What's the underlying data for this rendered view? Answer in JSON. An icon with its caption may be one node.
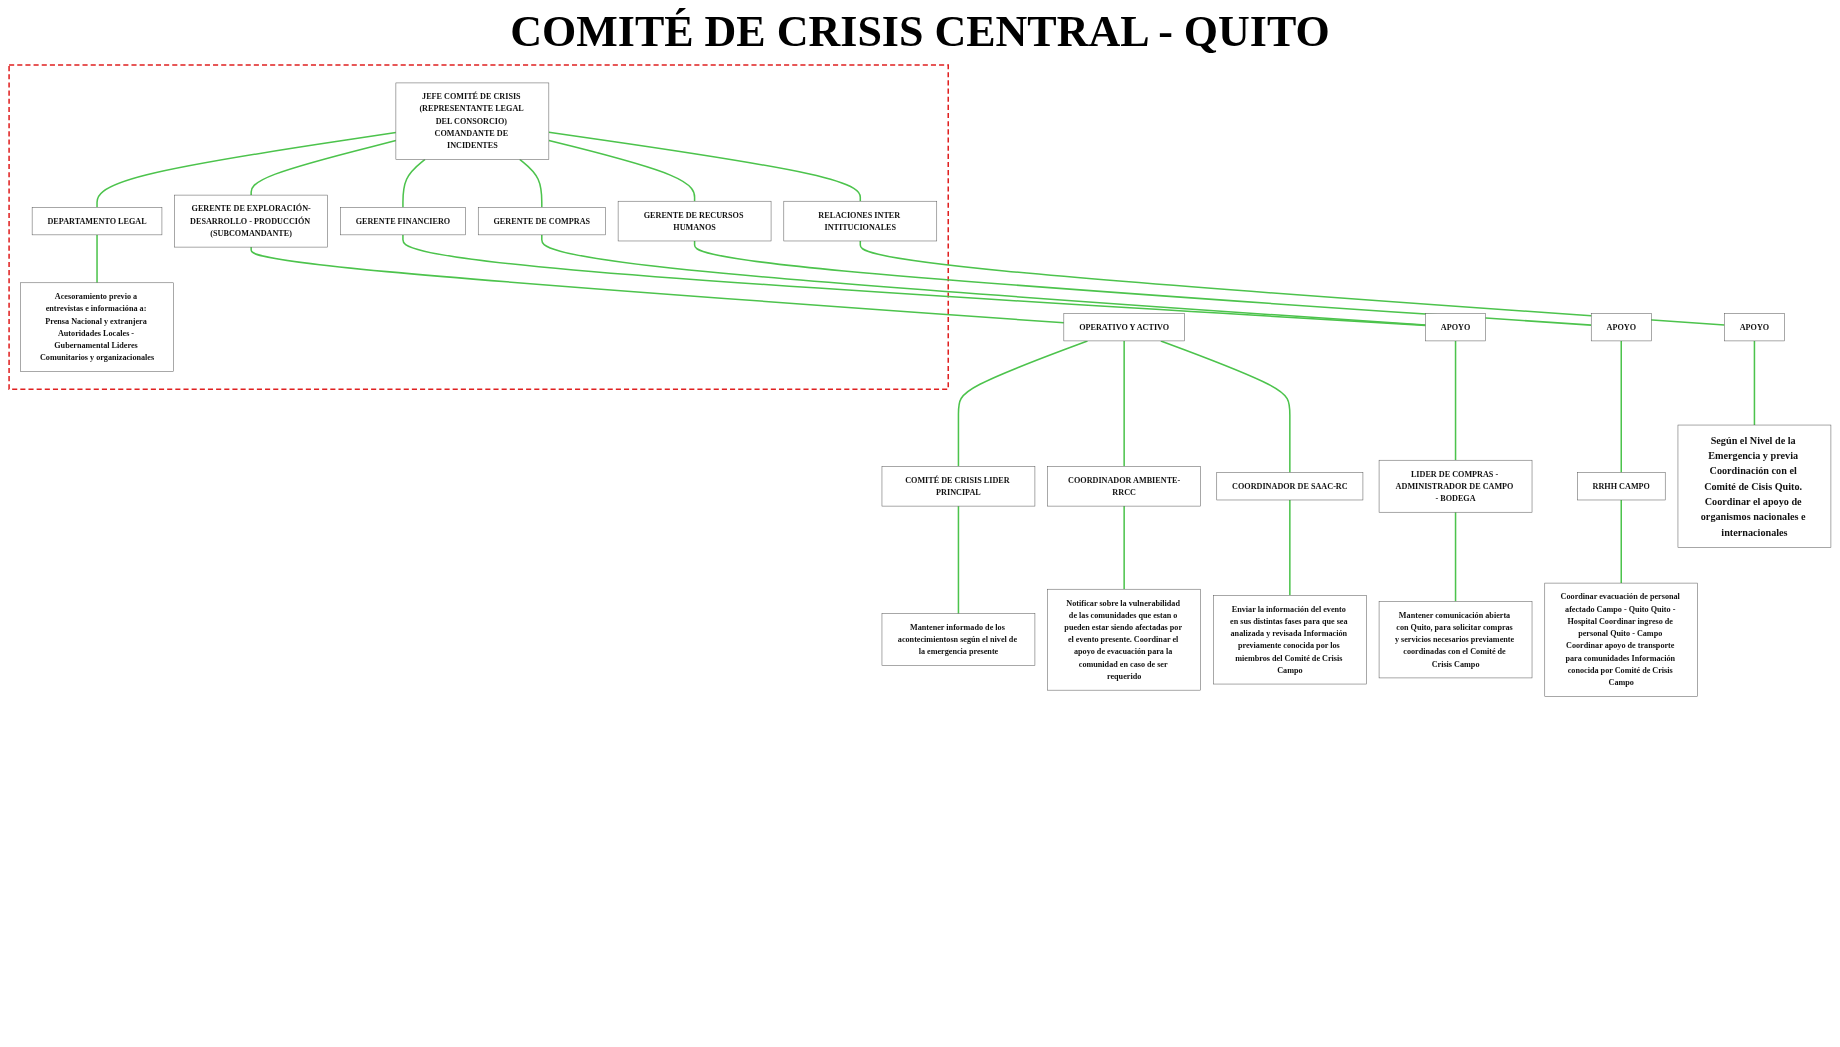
{
  "diagram": {
    "title": "COMITÉ DE CRISIS CENTRAL - QUITO",
    "nodes": [
      {
        "text": [],
        "shape": "box"
      },
      {
        "text": [
          "JEFE COMITÉ DE CRISIS (REPRESENTANTE LEGAL DEL CONSORCIO) COMANDANTE DE INCIDENTES"
        ],
        "in": 0
      },
      {
        "text": [
          "DEPARTAMENTO LEGAL"
        ],
        "in": 0
      },
      {
        "text": [
          "Acesoramiento previo a entrevistas e informacióna a: Prensa Nacional y extranjera Autoridades Locales - Gubernamental Lideres Comunitarios y organizacionales"
        ],
        "in": 0
      },
      {
        "text": [
          "GERENTE DE EXPLORACIÓN-DESARROLLO - PRODUCCIÓN (SUBCOMANDANTE)"
        ],
        "in": 0
      },
      {
        "text": [
          "GERENTE FINANCIERO"
        ],
        "in": 0
      },
      {
        "text": [
          "GERENTE DE COMPRAS"
        ],
        "in": 0
      },
      {
        "text": [
          "GERENTE DE RECURSOS HUMANOS"
        ],
        "in": 0
      },
      {
        "text": [
          "RELACIONES INTER INTITUCIONALES"
        ],
        "in": 0
      },
      {
        "text": [
          "OPERATIVO Y ACTIVO"
        ]
      },
      {
        "text": [
          "APOYO"
        ]
      },
      {
        "text": [
          "APOYO"
        ]
      },
      {
        "text": [
          "APOYO"
        ]
      },
      {
        "text": [
          "COMITÉ DE CRISIS LIDER PRINCIPAL"
        ]
      },
      {
        "text": [
          "COORDINADOR AMBIENTE-RRCC"
        ]
      },
      {
        "text": [
          "COORDINADOR DE SAAC-RC"
        ]
      },
      {
        "text": [
          "LIDER DE COMPRAS - ADMINISTRADOR DE CAMPO - BODEGA"
        ]
      },
      {
        "text": [
          "RRHH CAMPO"
        ]
      },
      {
        "text": [
          "Según el Nivel de la Emergencia y previa Coordinación con el Comité de Cisis Quito. Coordinar el apoyo de organismos nacionales e internacionales"
        ]
      },
      {
        "text": [
          "Mantener informado de los acontecimientosn según el nivel de la emergencia presente"
        ]
      },
      {
        "text": [
          "Notificar sobre la vulnerabilidad de las comunidades que estan o pueden estar siendo afectadas por el evento presente. Coordinar el apoyo de evacuación para la comunidad en caso de ser requerido"
        ]
      },
      {
        "text": [
          "Enviar la información del evento en sus distintas fases para que sea analizada y revisada Información previamente conocida por los miembros del Comité de Crisis Campo"
        ]
      },
      {
        "text": [
          "Mantener comunicación abierta con Quito, para solicitar compras y servicios necesarios previamente coordinadas con el Comité de Crisis Campo"
        ]
      },
      {
        "text": [
          "Coordinar evacuación de personal afectado Campo - Quito Quito - Hospital Coordinar ingreso de personal Quito - Campo Coordinar apoyo de transporte para comunidades Información conocida por Comité de Crisis Campo"
        ]
      }
    ],
    "edges": [
      {
        "from": 1,
        "to": 2,
        "arrow": "none"
      },
      {
        "from": 2,
        "to": 3,
        "arrow": "none"
      },
      {
        "from": 1,
        "to": 4,
        "arrow": "none"
      },
      {
        "from": 1,
        "to": 5,
        "arrow": "none"
      },
      {
        "from": 1,
        "to": 6,
        "arrow": "none"
      },
      {
        "from": 1,
        "to": 7,
        "arrow": "none"
      },
      {
        "from": 1,
        "to": 8,
        "arrow": "none"
      },
      {
        "from": 4,
        "to": 9,
        "arrow": "none"
      },
      {
        "from": 5,
        "to": 10,
        "arrow": "none"
      },
      {
        "from": 6,
        "to": 10,
        "arrow": "none"
      },
      {
        "from": 7,
        "to": 11,
        "arrow": "none"
      },
      {
        "from": 8,
        "to": 12,
        "arrow": "none"
      },
      {
        "from": 9,
        "to": 13,
        "arrow": "none"
      },
      {
        "from": 9,
        "to": 14,
        "arrow": "none"
      },
      {
        "from": 9,
        "to": 15,
        "arrow": "none"
      },
      {
        "from": 10,
        "to": 16,
        "arrow": "none"
      },
      {
        "from": 11,
        "to": 17,
        "arrow": "none"
      },
      {
        "from": 12,
        "to": 18,
        "arrow": "none"
      },
      {
        "from": 13,
        "to": 19,
        "arrow": "none"
      },
      {
        "from": 14,
        "to": 20,
        "arrow": "none"
      },
      {
        "from": 15,
        "to": 21,
        "arrow": "none"
      },
      {
        "from": 16,
        "to": 22,
        "arrow": "none"
      },
      {
        "from": 17,
        "to": 23,
        "arrow": "none"
      }
    ]
  }
}
